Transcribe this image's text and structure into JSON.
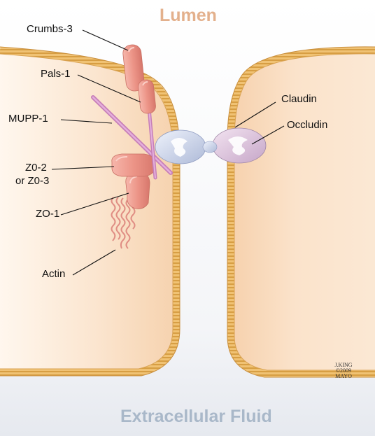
{
  "regions": {
    "top": "Lumen",
    "bottom": "Extracellular Fluid"
  },
  "labels": {
    "crumbs3": "Crumbs-3",
    "pals1": "Pals-1",
    "mupp1": "MUPP-1",
    "zo2_line1": "Z0-2",
    "zo2_line2": "or Z0-3",
    "zo1": "ZO-1",
    "actin": "Actin",
    "claudin": "Claudin",
    "occludin": "Occludin"
  },
  "signature": {
    "line1": "J.KING",
    "line2": "©2009",
    "line3": "MAYO"
  },
  "colors": {
    "lumen_text": "#e3b08c",
    "fluid_text": "#a9b8c9",
    "membrane": "#e9b65c",
    "cytoplasm": "#fbe7d2",
    "protein_pink": "#ec9b91",
    "mupp_lilac": "#d78fc8",
    "claudin_blue": "#c8d2ec"
  }
}
